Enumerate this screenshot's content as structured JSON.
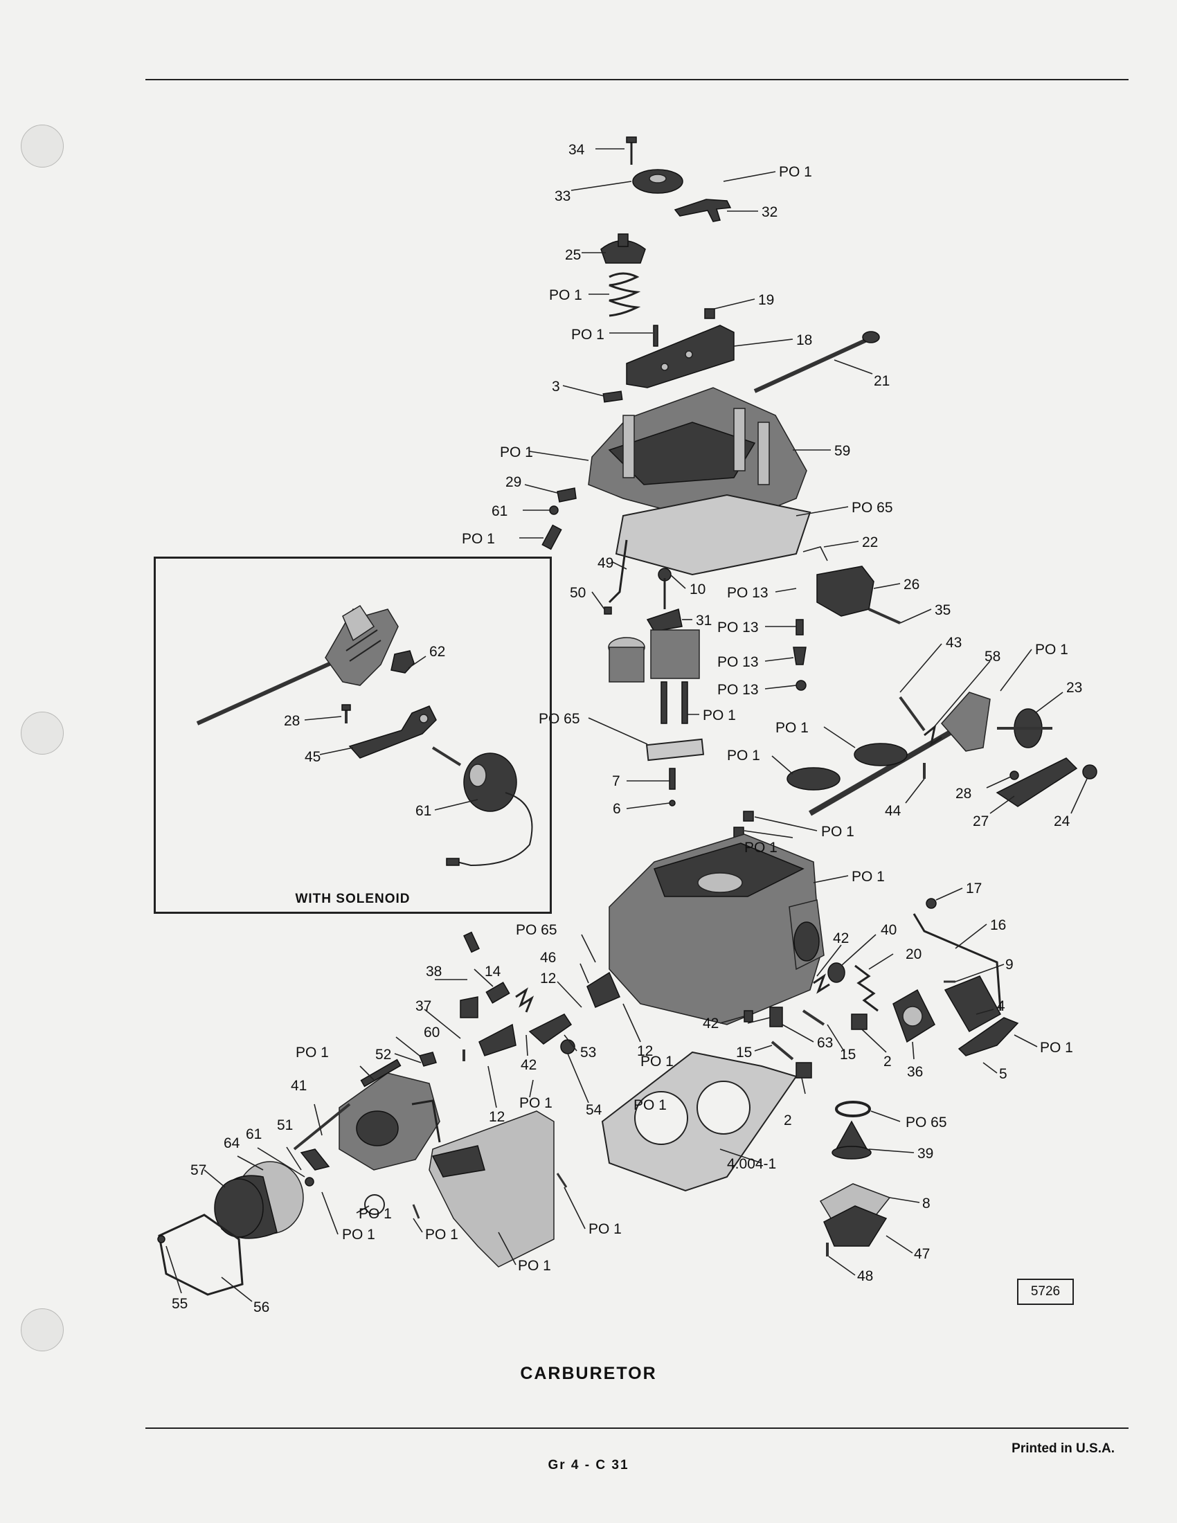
{
  "page": {
    "caption": "CARBURETOR",
    "inset_caption": "WITH SOLENOID",
    "figure_number": "5726",
    "printed_note": "Printed in U.S.A.",
    "page_number": "Gr 4 - C 31"
  },
  "callouts": [
    "34",
    "PO 1",
    "33",
    "32",
    "25",
    "PO 1",
    "19",
    "PO 1",
    "18",
    "21",
    "3",
    "PO 1",
    "59",
    "29",
    "61",
    "PO 65",
    "PO 1",
    "22",
    "49",
    "10",
    "PO 13",
    "26",
    "50",
    "31",
    "35",
    "PO 13",
    "PO 13",
    "43",
    "PO 1",
    "58",
    "PO 13",
    "23",
    "PO 1",
    "PO 65",
    "PO 1",
    "PO 1",
    "7",
    "6",
    "44",
    "28",
    "PO 1",
    "PO 1",
    "27",
    "24",
    "PO 1",
    "17",
    "16",
    "PO 65",
    "46",
    "42",
    "40",
    "20",
    "9",
    "38",
    "14",
    "12",
    "4",
    "37",
    "60",
    "PO 1",
    "52",
    "53",
    "42",
    "63",
    "12",
    "PO 1",
    "42",
    "15",
    "15",
    "2",
    "36",
    "PO 1",
    "5",
    "PO 1",
    "54",
    "41",
    "12",
    "PO 1",
    "2",
    "PO 65",
    "51",
    "4.004-1",
    "39",
    "61",
    "64",
    "57",
    "PO 1",
    "PO 1",
    "PO 1",
    "PO 1",
    "8",
    "PO 1",
    "47",
    "48",
    "55",
    "56"
  ],
  "inset_callouts": [
    "62",
    "28",
    "45",
    "61"
  ]
}
